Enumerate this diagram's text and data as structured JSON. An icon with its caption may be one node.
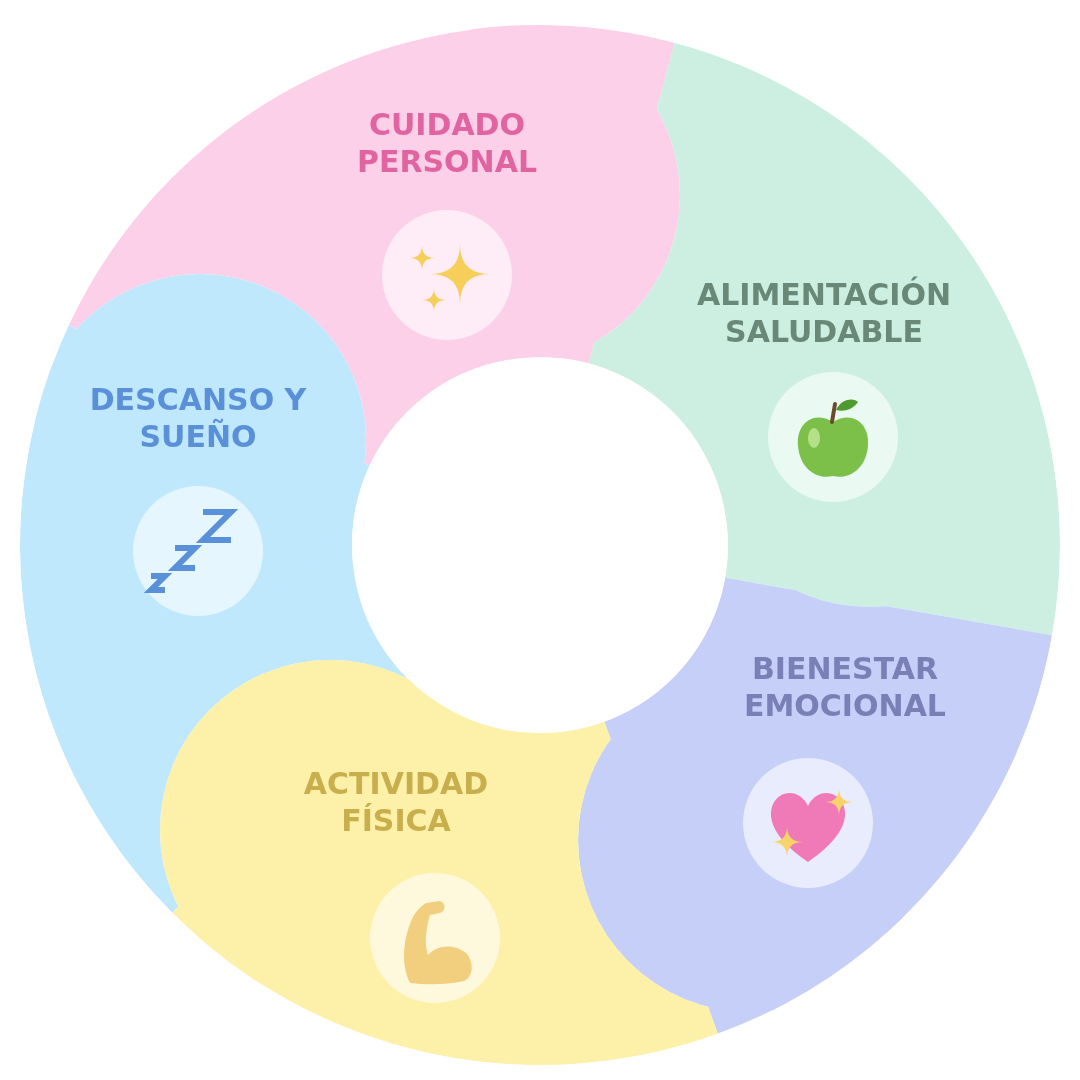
{
  "diagram": {
    "nodes": [
      {
        "text": [
          "CUIDADO PERSONAL"
        ]
      },
      {
        "text": [
          "ALIMENTACIÓN SALUDABLE"
        ]
      },
      {
        "text": [
          "DESCANSO Y SUEÑO"
        ]
      },
      {
        "text": [
          "BIENESTAR EMOCIONAL"
        ]
      },
      {
        "text": [
          "ACTIVIDAD FÍSICA"
        ]
      }
    ]
  }
}
